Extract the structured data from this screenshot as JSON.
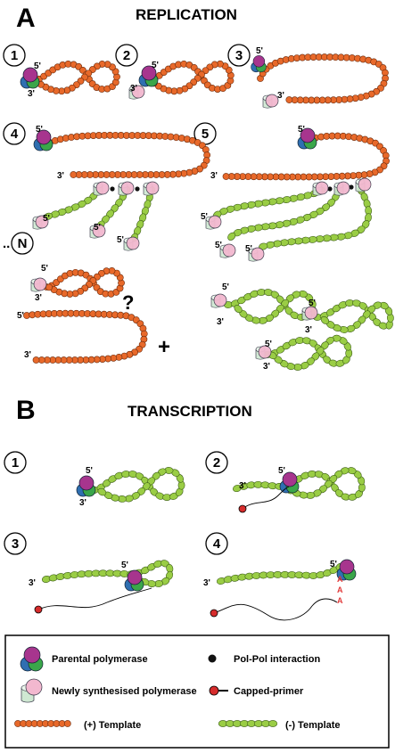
{
  "panel_a": {
    "letter": "A",
    "title": "REPLICATION",
    "steps": [
      "1",
      "2",
      "3",
      "4",
      "5",
      "N"
    ],
    "ellipsis": "..",
    "question": "?",
    "plus": "+"
  },
  "panel_b": {
    "letter": "B",
    "title": "TRANSCRIPTION",
    "steps": [
      "1",
      "2",
      "3",
      "4"
    ],
    "polyA": [
      "A",
      "A",
      "A"
    ]
  },
  "ends": {
    "five": "5'",
    "three": "3'"
  },
  "legend": {
    "parental": "Parental polymerase",
    "interaction": "Pol-Pol interaction",
    "new_pol": "Newly synthesised polymerase",
    "capped": "Capped-primer",
    "plus": "(+) Template",
    "minus": "(-) Template"
  },
  "colors": {
    "plus_template": "#e8692a",
    "minus_template": "#9acd45",
    "parental_top": "#a7358e",
    "parental_left": "#2f6fb1",
    "parental_right": "#3aa64a",
    "new_pol": "#f2b8cf",
    "new_pol_body": "#cfe8d2",
    "cap": "#d62c2c"
  }
}
